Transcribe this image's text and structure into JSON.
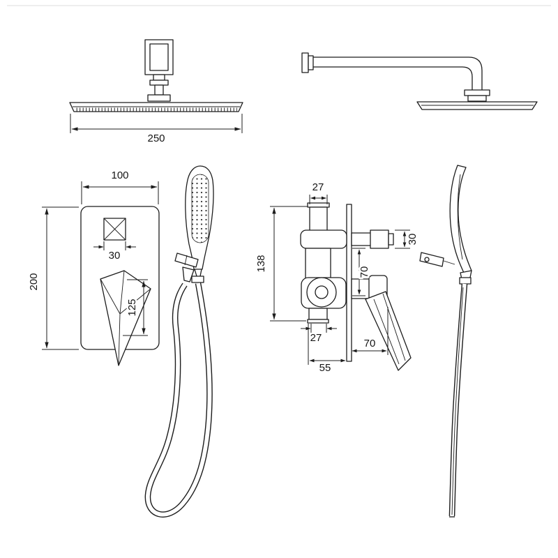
{
  "page": {
    "title": "Shower system technical dimension drawing",
    "background_color": "#ffffff",
    "line_color": "#1c1c1c"
  },
  "dimensions": {
    "rain_head_width": "250",
    "plate_width": "100",
    "plate_height": "200",
    "plate_cutout": "30",
    "lever_length": "125",
    "valve_top_inlet": "27",
    "valve_body_height": "138",
    "valve_outlet_spacing": "70",
    "valve_outlet_size": "30",
    "valve_bottom_inlet": "27",
    "valve_handle_reach": "70",
    "valve_body_depth": "55"
  }
}
